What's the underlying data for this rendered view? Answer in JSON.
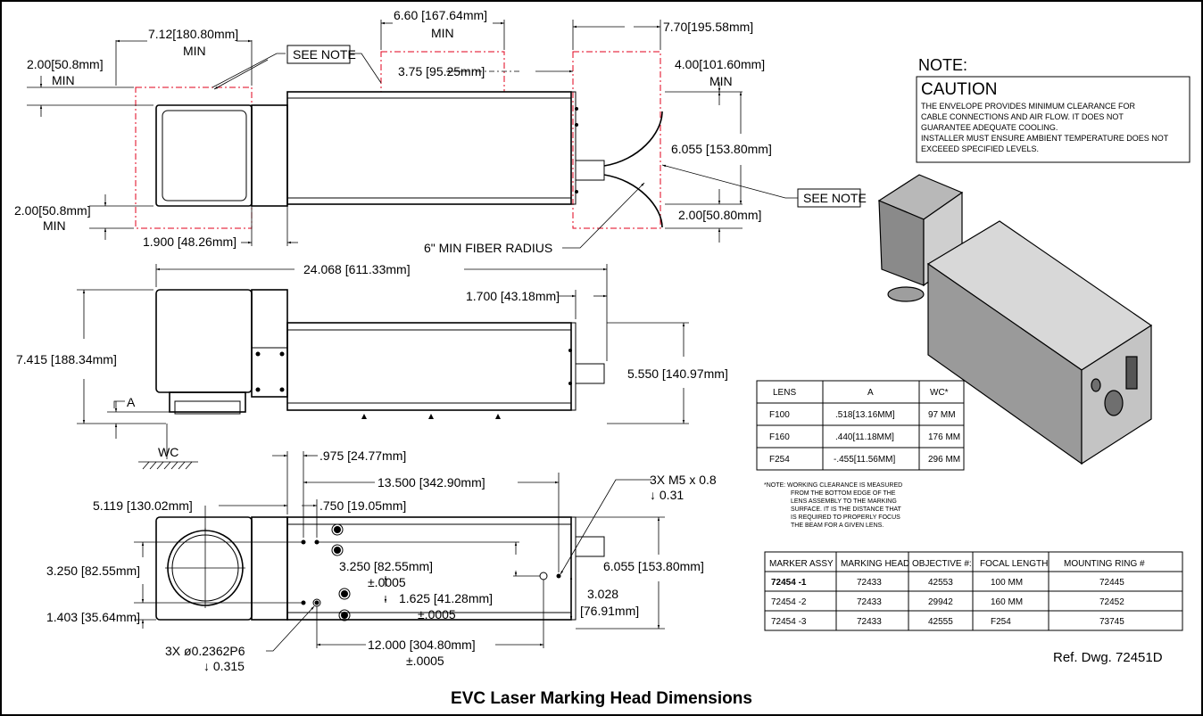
{
  "title": "EVC Laser Marking Head Dimensions",
  "reference": "Ref. Dwg. 72451D",
  "note": {
    "heading": "NOTE:",
    "caution": "CAUTION",
    "lines": [
      "THE ENVELOPE PROVIDES MINIMUM CLEARANCE FOR",
      "CABLE CONNECTIONS AND AIR FLOW. IT DOES NOT",
      "GUARANTEE ADEQUATE COOLING.",
      "INSTALLER MUST ENSURE AMBIENT TEMPERATURE DOES NOT",
      "EXCEEED SPECIFIED LEVELS."
    ]
  },
  "top_view": {
    "d_712": "7.12[180.80mm]",
    "d_712_min": "MIN",
    "d_660": "6.60 [167.64mm]",
    "d_660_min": "MIN",
    "d_770": "7.70[195.58mm]",
    "d_200_top": "2.00[50.8mm]",
    "d_200_top_min": "MIN",
    "see_note_1": "SEE NOTE",
    "d_375": "3.75 [95.25mm]",
    "d_400": "4.00[101.60mm]",
    "d_400_min": "MIN",
    "d_6055": "6.055 [153.80mm]",
    "see_note_2": "SEE NOTE",
    "d_200_right": "2.00[50.80mm]",
    "d_200_bot": "2.00[50.8mm]",
    "d_200_bot_min": "MIN",
    "d_1900": "1.900 [48.26mm]",
    "fiber": "6\" MIN FIBER RADIUS"
  },
  "side_view": {
    "d_24068": "24.068 [611.33mm]",
    "d_1700": "1.700 [43.18mm]",
    "d_7415": "7.415 [188.34mm]",
    "d_5550": "5.550 [140.97mm]",
    "label_a": "A",
    "label_wc": "WC"
  },
  "bottom_view": {
    "d_975": ".975 [24.77mm]",
    "d_13500": "13.500 [342.90mm]",
    "m5_line1": "3X  M5 x 0.8",
    "m5_line2": "↓ 0.31",
    "d_5119": "5.119 [130.02mm]",
    "d_750": ".750 [19.05mm]",
    "d_3250_left": "3.250 [82.55mm]",
    "d_3250_mid": "3.250 [82.55mm]",
    "d_3250_tol": "±.0005",
    "d_6055": "6.055 [153.80mm]",
    "d_1625": "1.625 [41.28mm]",
    "d_1625_tol": "±.0005",
    "d_3028": "3.028",
    "d_3028_mm": "[76.91mm]",
    "d_1403": "1.403 [35.64mm]",
    "hole_line1": "3X  ø0.2362P6",
    "hole_line2": "↓ 0.315",
    "d_12000": "12.000 [304.80mm]",
    "d_12000_tol": "±.0005"
  },
  "lens_table": {
    "headers": [
      "LENS",
      "A",
      "WC*"
    ],
    "rows": [
      [
        ".518[13.16MM]",
        "97 MM"
      ],
      [
        ".440[11.18MM]",
        "176 MM"
      ],
      [
        "-.455[11.56MM]",
        "296 MM"
      ]
    ],
    "lens_names": [
      "F100",
      "F160",
      "F254"
    ],
    "note_lines": [
      "*NOTE:  WORKING CLEARANCE IS MEASURED",
      "FROM THE BOTTOM EDGE OF THE",
      "LENS ASSEMBLY TO THE MARKING",
      "SURFACE. IT IS THE DISTANCE THAT",
      "IS REQUIRED TO PROPERLY FOCUS",
      "THE BEAM FOR A GIVEN LENS."
    ]
  },
  "assy_table": {
    "headers": [
      "MARKER ASSY",
      "MARKING HEAD",
      "OBJECTIVE #:",
      "FOCAL LENGTH",
      "MOUNTING RING #"
    ],
    "rows": [
      [
        "72454 -1",
        "72433",
        "42553",
        "100 MM",
        "72445"
      ],
      [
        "72454 -2",
        "72433",
        "29942",
        "160 MM",
        "72452"
      ],
      [
        "72454 -3",
        "72433",
        "42555",
        "F254",
        "73745"
      ]
    ]
  }
}
